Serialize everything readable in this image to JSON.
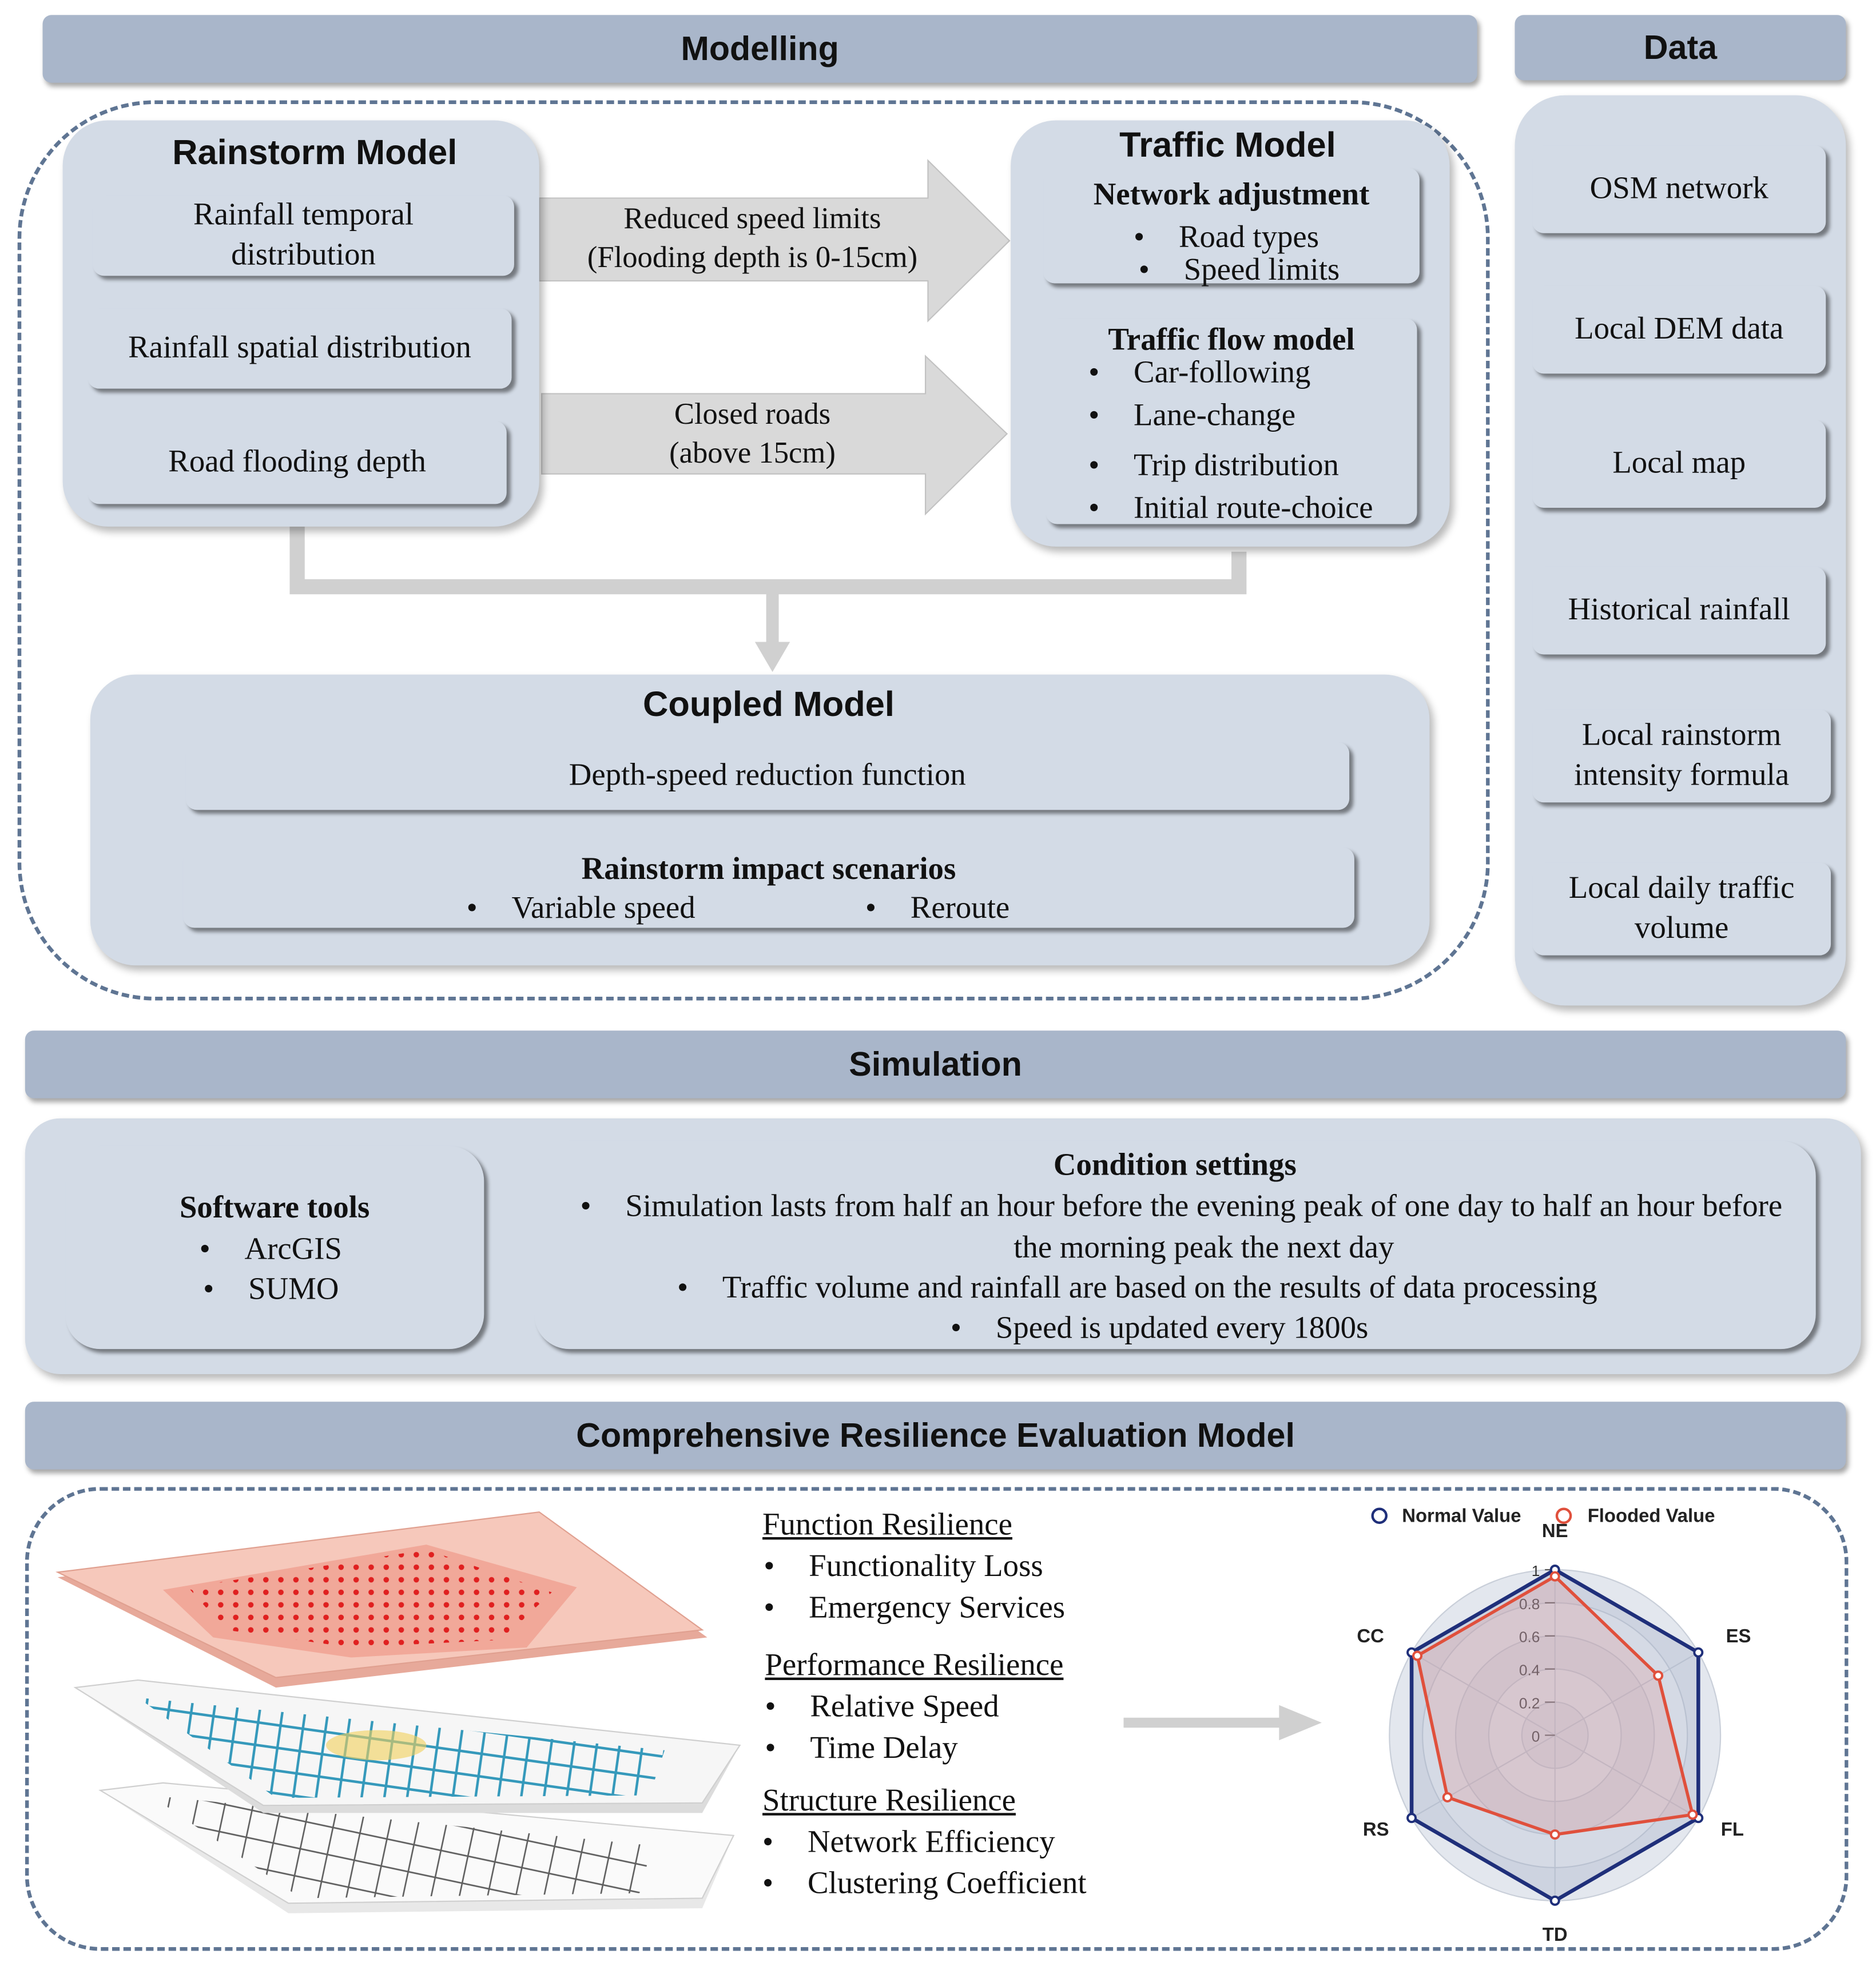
{
  "headers": {
    "modelling": "Modelling",
    "data": "Data",
    "simulation": "Simulation",
    "evaluation": "Comprehensive Resilience Evaluation Model"
  },
  "rainstorm": {
    "title": "Rainstorm Model",
    "items": [
      "Rainfall temporal distribution",
      "Rainfall spatial distribution",
      "Road flooding depth"
    ]
  },
  "arrows": {
    "reduced_line1": "Reduced speed limits",
    "reduced_line2": "(Flooding depth is 0-15cm)",
    "closed_line1": "Closed roads",
    "closed_line2": "(above 15cm)"
  },
  "traffic": {
    "title": "Traffic Model",
    "network_title": "Network adjustment",
    "network_items": [
      "Road types",
      "Speed limits"
    ],
    "flow_title": "Traffic flow model",
    "flow_items": [
      "Car-following",
      "Lane-change",
      "Trip distribution",
      "Initial route-choice"
    ]
  },
  "coupled": {
    "title": "Coupled Model",
    "function_label": "Depth-speed reduction function",
    "scenarios_title": "Rainstorm impact scenarios",
    "scenarios": [
      "Variable speed",
      "Reroute"
    ]
  },
  "data_items": [
    "OSM network",
    "Local DEM data",
    "Local map",
    "Historical rainfall",
    "Local rainstorm intensity formula",
    "Local daily traffic volume"
  ],
  "software": {
    "title": "Software tools",
    "items": [
      "ArcGIS",
      "SUMO"
    ]
  },
  "conditions": {
    "title": "Condition settings",
    "items": [
      "Simulation lasts from half an hour before the evening peak of one day to half an hour before the morning peak the next day",
      "Traffic volume and rainfall are based on the results of data processing",
      "Speed is updated every 1800s"
    ]
  },
  "resilience": {
    "function_title": "Function Resilience",
    "function_items": [
      "Functionality Loss",
      "Emergency Services"
    ],
    "performance_title": "Performance Resilience",
    "performance_items": [
      "Relative Speed",
      "Time Delay"
    ],
    "structure_title": "Structure Resilience",
    "structure_items": [
      "Network Efficiency",
      "Clustering Coefficient"
    ]
  },
  "chart_data": {
    "type": "radar",
    "axes": [
      "NE",
      "ES",
      "FL",
      "TD",
      "RS",
      "CC"
    ],
    "rticks": [
      "0",
      "0.2",
      "0.4",
      "0.6",
      "0.8",
      "1"
    ],
    "rlim": [
      0,
      1
    ],
    "legend_position": "top",
    "series": [
      {
        "name": "Normal Value",
        "color": "#1f2f7a",
        "values": [
          1.0,
          1.0,
          1.0,
          1.0,
          1.0,
          1.0
        ]
      },
      {
        "name": "Flooded Value",
        "color": "#e0503c",
        "values": [
          0.96,
          0.72,
          0.96,
          0.6,
          0.75,
          0.96
        ]
      }
    ]
  },
  "colors": {
    "header": "#a9b6ca",
    "panel": "#d3dbe6",
    "dash": "#5f7593",
    "arrow": "#d9d9d9"
  }
}
